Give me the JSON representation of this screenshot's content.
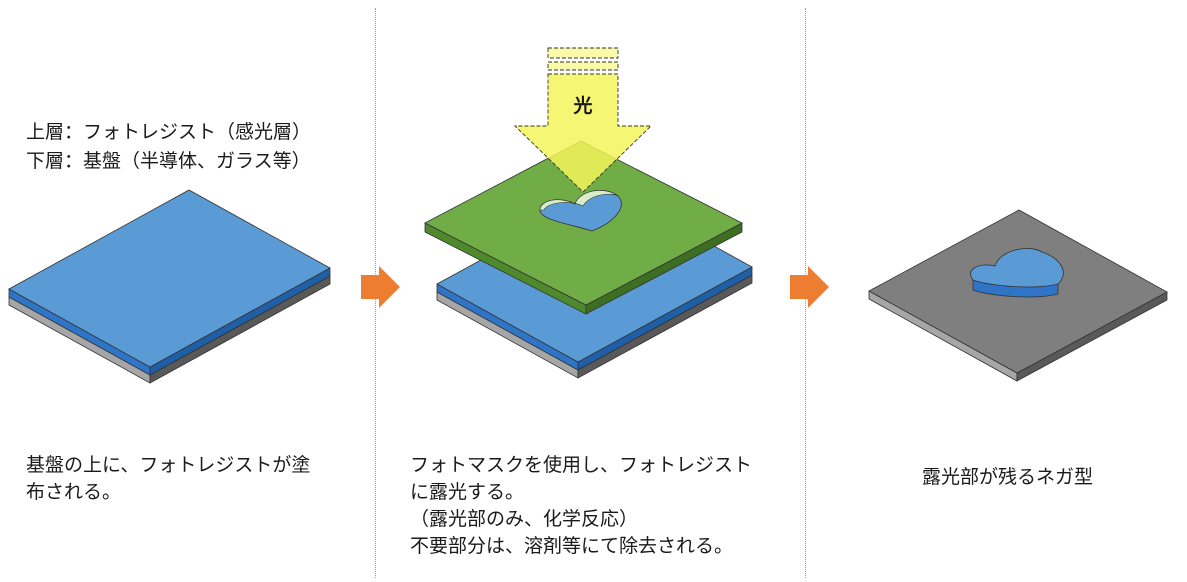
{
  "legend": {
    "top_layer": "上層：フォトレジスト（感光層）",
    "bottom_layer": "下層：基盤（半導体、ガラス等）"
  },
  "steps": [
    {
      "caption_lines": [
        "基盤の上に、フォトレジストが塗",
        "布される。"
      ]
    },
    {
      "light_label": "光",
      "caption_lines": [
        "フォトマスクを使用し、フォトレジスト",
        "に露光する。",
        "（露光部のみ、化学反応）",
        "不要部分は、溶剤等にて除去される。"
      ]
    },
    {
      "caption_lines": [
        "露光部が残るネガ型"
      ]
    }
  ],
  "icons": [
    "right-arrow-icon",
    "right-arrow-icon"
  ],
  "colors": {
    "photoresist": "#5b9bd5",
    "photoresist_side": "#2e75c8",
    "substrate": "#7f7f7f",
    "substrate_side": "#a6a6a6",
    "photomask": "#70ad47",
    "light": "#f3f55a",
    "arrow": "#ed7d31"
  }
}
